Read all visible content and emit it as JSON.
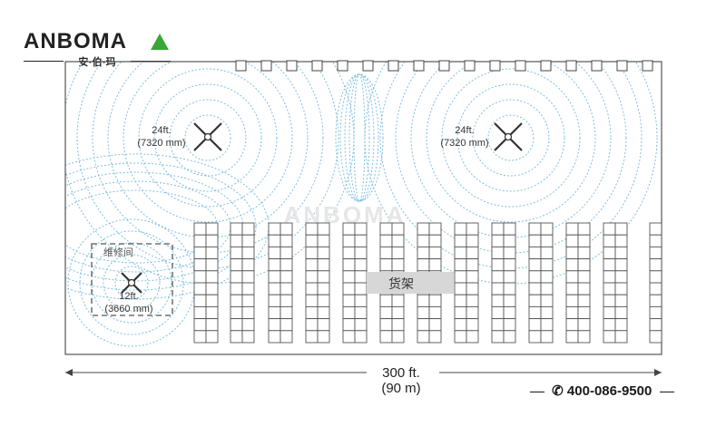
{
  "brand": {
    "name": "ANBOMA",
    "subtitle": "安·伯·玛",
    "accent": "#3aa635"
  },
  "fans": [
    {
      "size": "24ft.",
      "metric": "(7320 mm)"
    },
    {
      "size": "24ft.",
      "metric": "(7320 mm)"
    },
    {
      "size": "12ft.",
      "metric": "(3660 mm)"
    }
  ],
  "room_label": "维修间",
  "shelf_label": "货架",
  "watermark": "ANBOMA",
  "dimension": {
    "feet": "300 ft.",
    "meters": "(90 m)"
  },
  "contact": {
    "phone": "400-086-9500"
  },
  "colors": {
    "wave": "#7fbfe0",
    "line": "#555555",
    "label_bg": "#d7d7d7"
  }
}
